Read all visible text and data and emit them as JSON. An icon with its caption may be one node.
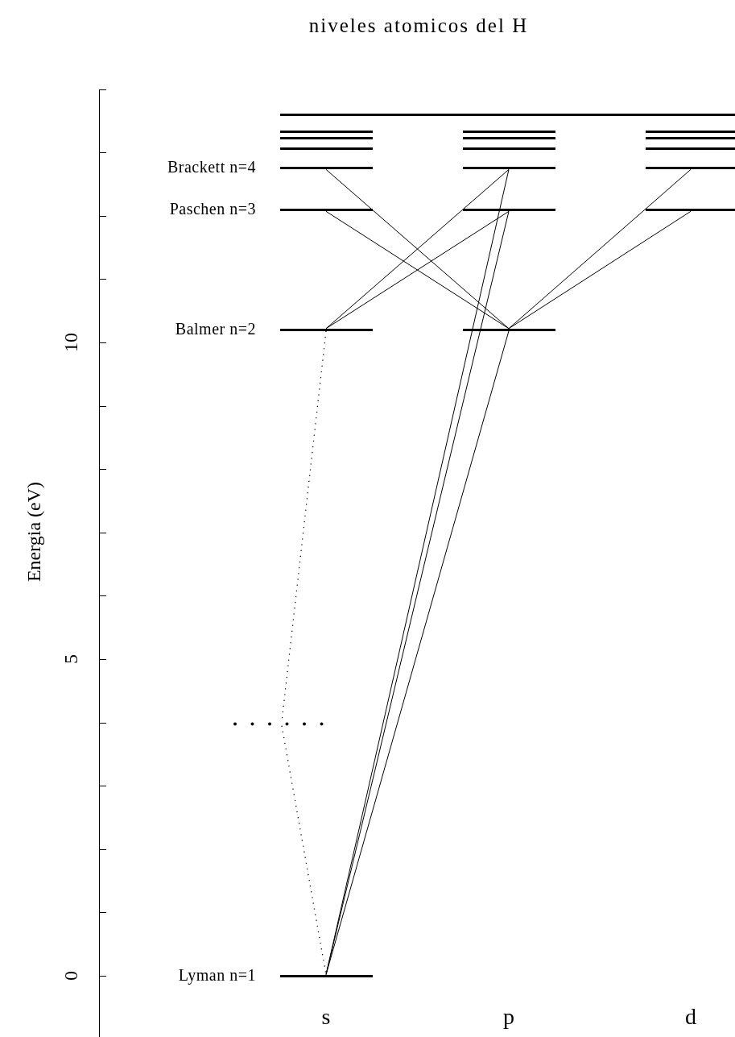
{
  "diagram": {
    "title": "niveles atomicos del H",
    "nodes": [
      {
        "text": [],
        "shape": "bar"
      },
      {
        "text": [],
        "shape": "bar"
      },
      {
        "text": [],
        "shape": "bar"
      },
      {
        "text": [],
        "shape": "bar"
      },
      {
        "text": [],
        "shape": "bar"
      },
      {
        "text": [],
        "shape": "bar"
      },
      {
        "text": [],
        "shape": "bar"
      },
      {
        "text": [],
        "shape": "bar"
      },
      {
        "text": [],
        "shape": "bar"
      },
      {
        "text": [],
        "shape": "bar"
      },
      {
        "text": [
          "Brackett n=4"
        ]
      },
      {
        "text": [],
        "shape": "bar"
      },
      {
        "text": [],
        "shape": "bar"
      },
      {
        "text": [
          "Paschen n=3"
        ]
      },
      {
        "text": [],
        "shape": "bar"
      },
      {
        "text": [],
        "shape": "bar"
      },
      {
        "text": [
          "Balmer n=2"
        ]
      },
      {
        "text": [],
        "shape": "bar"
      },
      {
        "text": [],
        "shape": "bar"
      },
      {
        "text": [
          "Lyman n=1"
        ]
      }
    ],
    "edges": [
      {
        "from": 19,
        "to": 17,
        "arrow": "none"
      },
      {
        "from": 19,
        "to": 14,
        "arrow": "none"
      },
      {
        "from": 19,
        "to": 11,
        "arrow": "none"
      },
      {
        "from": 16,
        "to": 14,
        "arrow": "none"
      },
      {
        "from": 16,
        "to": 11,
        "arrow": "none"
      },
      {
        "from": 13,
        "to": 17,
        "arrow": "none"
      },
      {
        "from": 10,
        "to": 17,
        "arrow": "none"
      },
      {
        "from": 17,
        "to": 15,
        "arrow": "none"
      },
      {
        "from": 17,
        "to": 12,
        "arrow": "none"
      },
      {
        "from": 16,
        "to": 18,
        "arrow": "none",
        "style": "dashed"
      },
      {
        "from": 18,
        "to": 19,
        "arrow": "none",
        "style": "dashed"
      }
    ],
    "labels": [
      "Energia (eV)",
      "10",
      "5",
      "0",
      "s",
      "p",
      "d"
    ]
  }
}
